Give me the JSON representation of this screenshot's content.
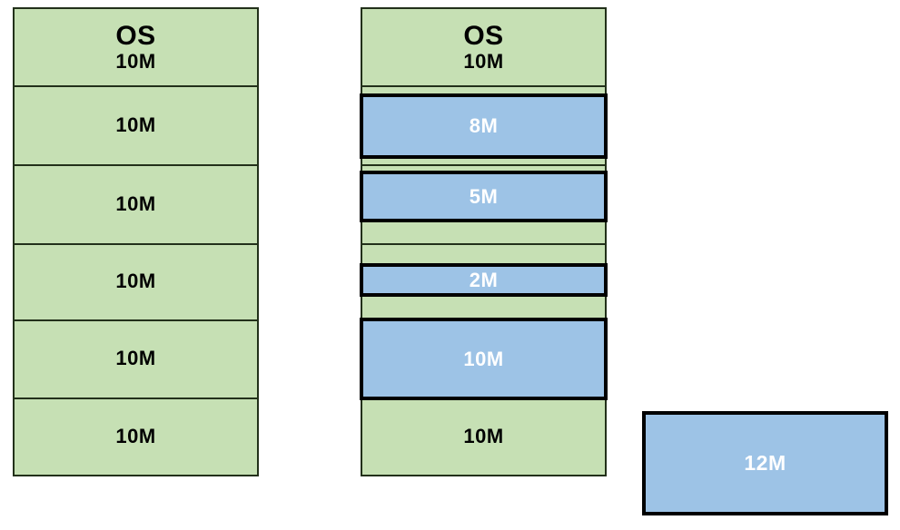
{
  "diagram": {
    "type": "memory-partitioning",
    "colors": {
      "background": "#ffffff",
      "partition_fill": "#c6e0b4",
      "partition_border": "#22301a",
      "process_fill": "#9dc3e6",
      "process_border": "#000000",
      "process_text": "#ffffff",
      "partition_text": "#000000"
    },
    "left_column": {
      "os": {
        "title": "OS",
        "size": "10M"
      },
      "partitions": [
        "10M",
        "10M",
        "10M",
        "10M",
        "10M"
      ]
    },
    "middle_column": {
      "os": {
        "title": "OS",
        "size": "10M"
      },
      "processes": [
        {
          "label": "8M",
          "size_m": 8
        },
        {
          "label": "5M",
          "size_m": 5
        },
        {
          "label": "2M",
          "size_m": 2
        },
        {
          "label": "10M",
          "size_m": 10
        }
      ],
      "free_partition": "10M"
    },
    "pending_process": {
      "label": "12M",
      "size_m": 12
    }
  }
}
